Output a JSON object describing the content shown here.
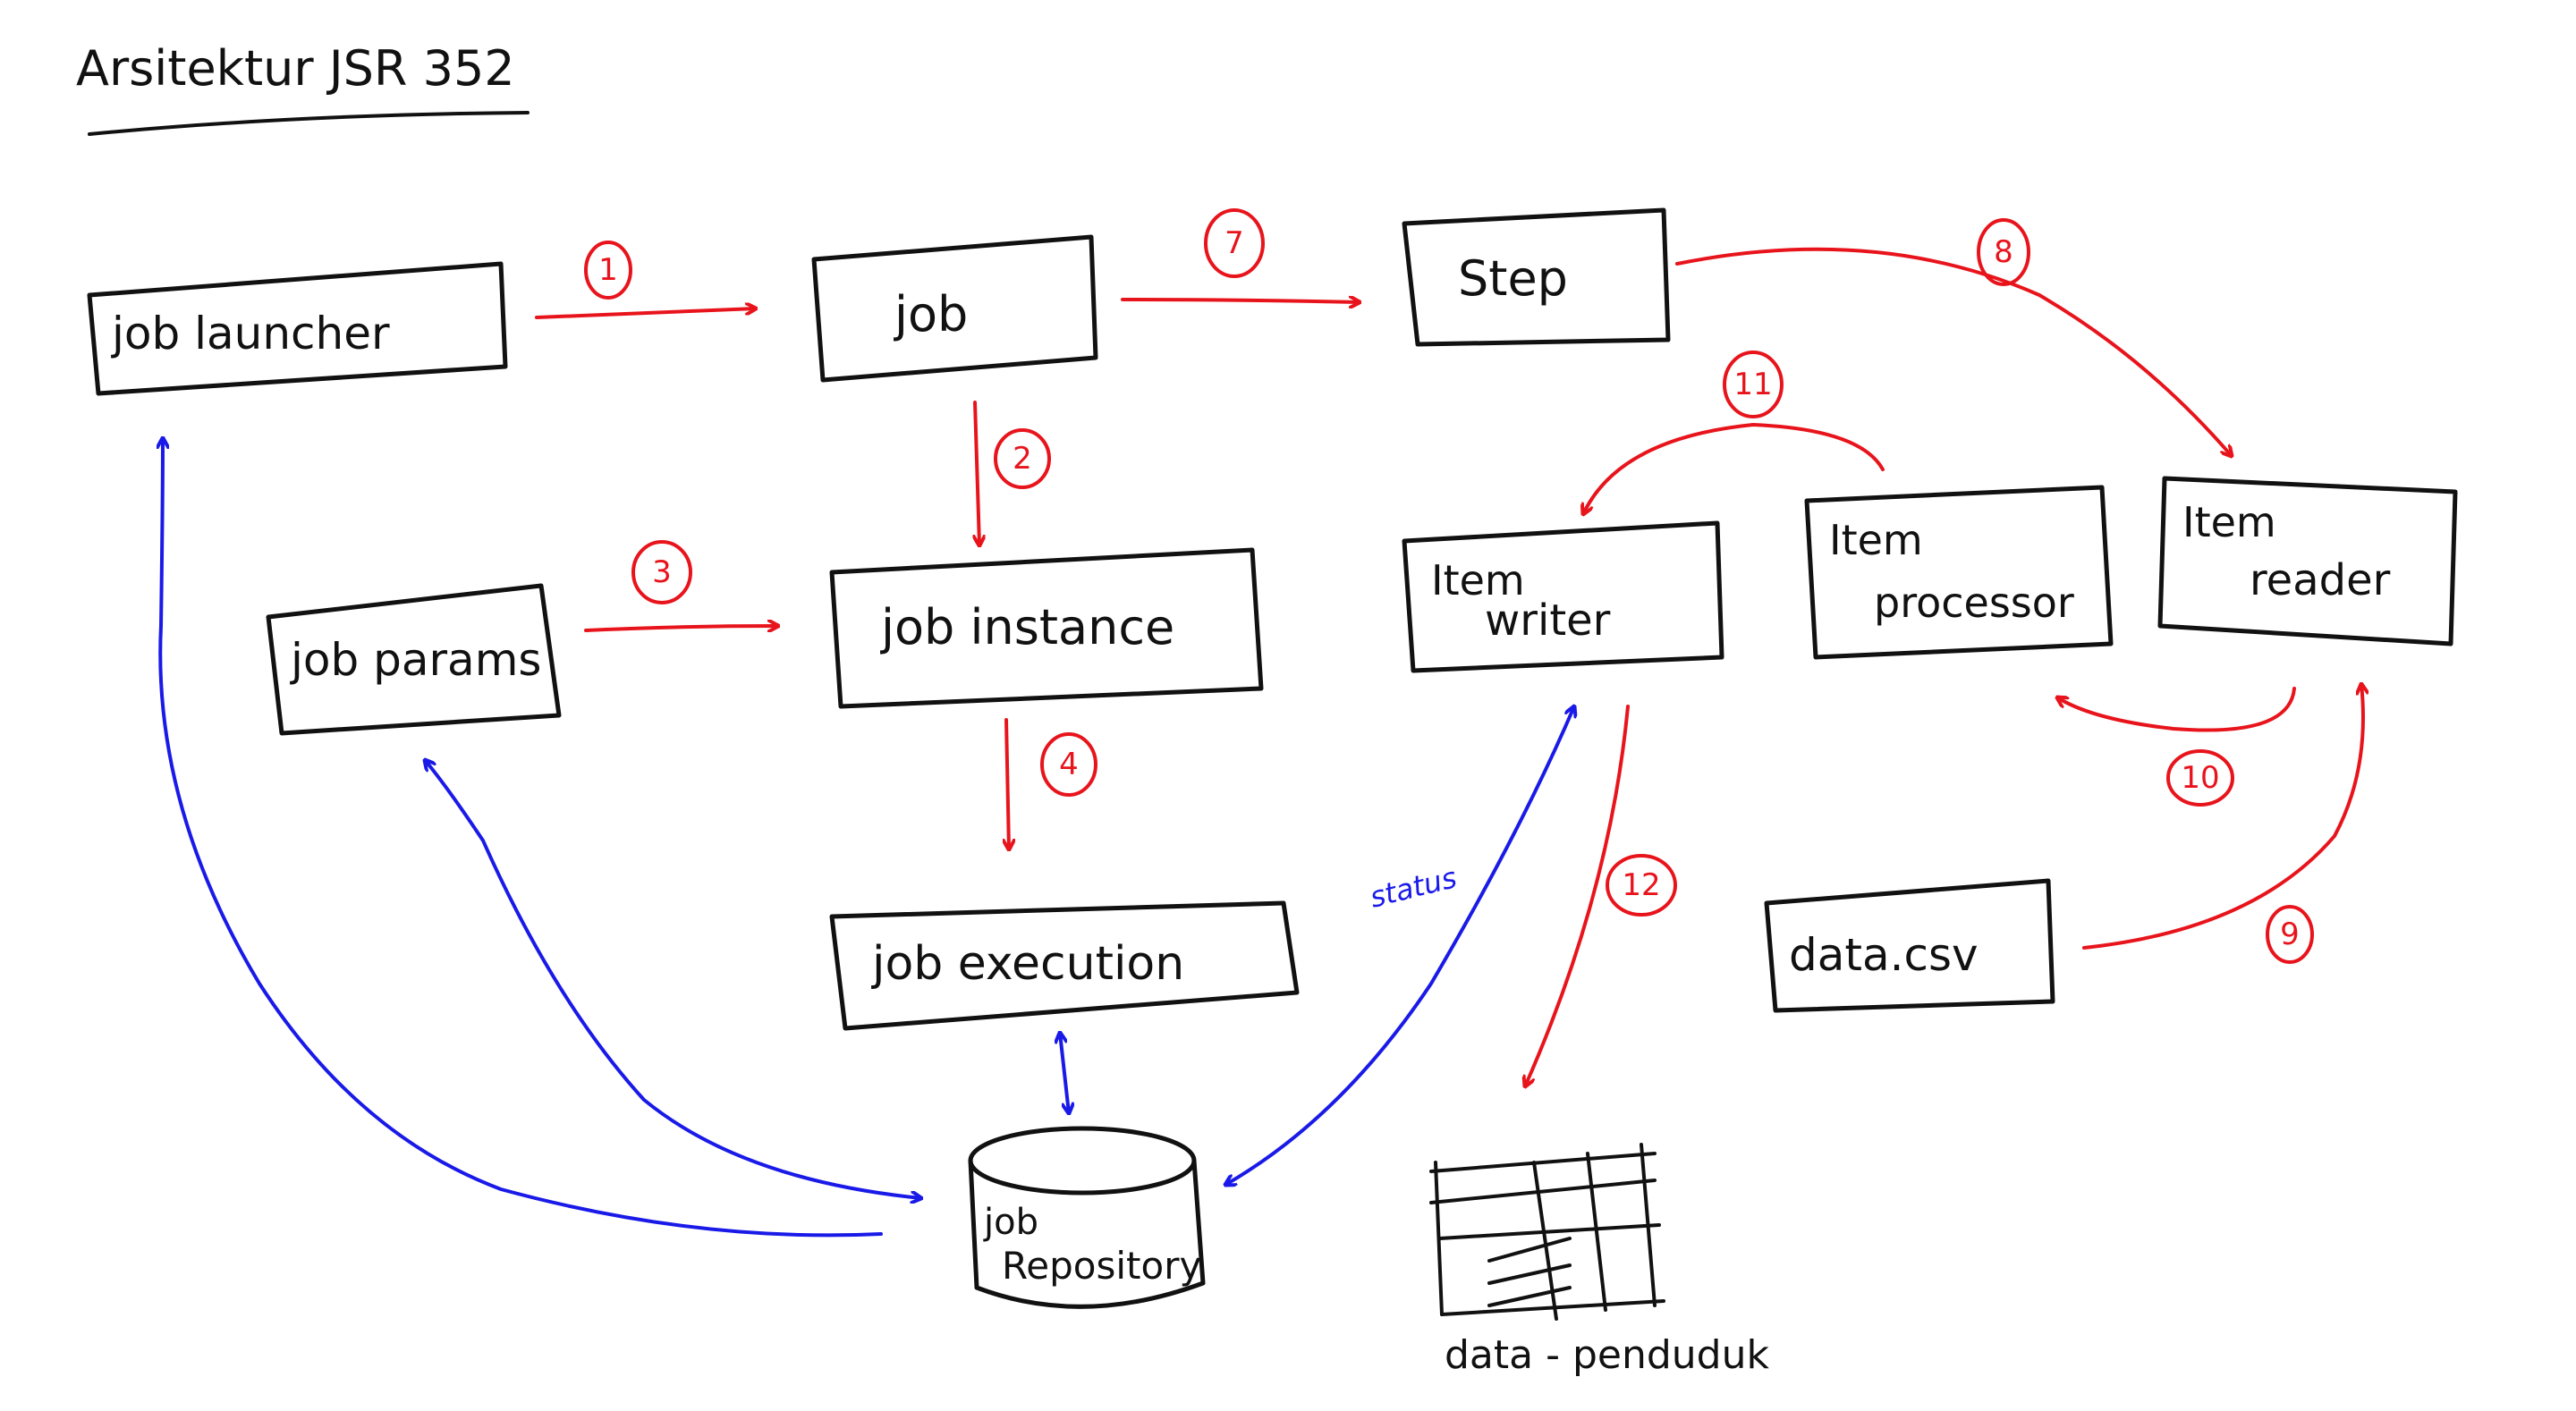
{
  "title": "Arsitektur JSR 352",
  "nodes": {
    "job_launcher": "job launcher",
    "job": "job",
    "step": "Step",
    "job_params": "job params",
    "job_instance": "job instance",
    "item_writer_line1": "Item",
    "item_writer_line2": "writer",
    "item_processor_line1": "Item",
    "item_processor_line2": "processor",
    "item_reader_line1": "Item",
    "item_reader_line2": "reader",
    "job_execution": "job execution",
    "data_csv": "data.csv",
    "job_repository_line1": "job",
    "job_repository_line2": "Repository",
    "data_pendudukan": "data - penduduk"
  },
  "steps": {
    "s1": "1",
    "s2": "2",
    "s3": "3",
    "s4": "4",
    "s7": "7",
    "s8": "8",
    "s9": "9",
    "s10": "10",
    "s11": "11",
    "s12": "12"
  },
  "labels": {
    "status": "status"
  },
  "colors": {
    "flow_arrow": "#e8141c",
    "repository_link": "#1a1ae8",
    "ink": "#111111"
  }
}
